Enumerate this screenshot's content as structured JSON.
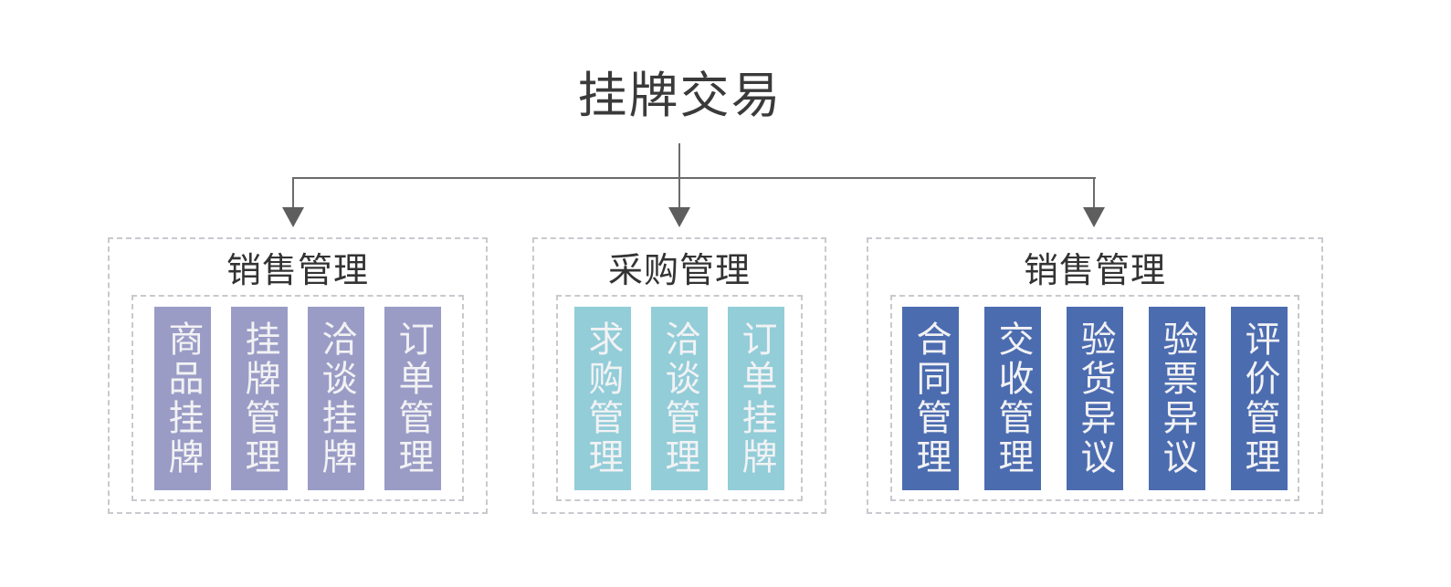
{
  "diagram": {
    "root": {
      "title": "挂牌交易"
    },
    "connector": {
      "style": "elbow-arrows-down",
      "line_color": "#6b6b6b",
      "arrow_color": "#5e5e5e",
      "branch_count": 3
    },
    "groups": [
      {
        "id": "sales-listing",
        "title": "销售管理",
        "accent": "#9a9cc6",
        "items": [
          {
            "label": "商品挂牌"
          },
          {
            "label": "挂牌管理"
          },
          {
            "label": "洽谈挂牌"
          },
          {
            "label": "订单管理"
          }
        ]
      },
      {
        "id": "purchase",
        "title": "采购管理",
        "accent": "#92cdd8",
        "items": [
          {
            "label": "求购管理"
          },
          {
            "label": "洽谈管理"
          },
          {
            "label": "订单挂牌"
          }
        ]
      },
      {
        "id": "sales-fulfilment",
        "title": "销售管理",
        "accent": "#4c6cb0",
        "items": [
          {
            "label": "合同管理"
          },
          {
            "label": "交收管理"
          },
          {
            "label": "验货异议"
          },
          {
            "label": "验票异议"
          },
          {
            "label": "评价管理"
          }
        ]
      }
    ]
  }
}
